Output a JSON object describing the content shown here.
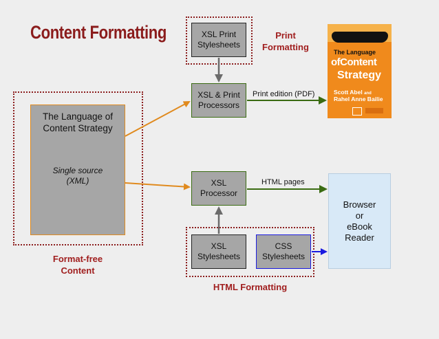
{
  "title": "Content Formatting",
  "source": {
    "title_line1": "The Language of",
    "title_line2": "Content Strategy",
    "italic_line1": "Single source",
    "italic_line2": "(XML)",
    "group_label_line1": "Format-free",
    "group_label_line2": "Content"
  },
  "print": {
    "stylesheets_line1": "XSL Print",
    "stylesheets_line2": "Stylesheets",
    "group_label_line1": "Print",
    "group_label_line2": "Formatting",
    "processor_line1": "XSL & Print",
    "processor_line2": "Processors",
    "edge_label": "Print edition (PDF)"
  },
  "book_cover": {
    "line1": "The Language",
    "line2_of": "of",
    "line2": "Content",
    "line3": "Strategy",
    "author1": "Scott Abel",
    "author1_suffix": "and",
    "author2": "Rahel Anne Bailie"
  },
  "html": {
    "processor_line1": "XSL",
    "processor_line2": "Processor",
    "edge_label": "HTML pages",
    "xsl_stylesheets_line1": "XSL",
    "xsl_stylesheets_line2": "Stylesheets",
    "css_stylesheets_line1": "CSS",
    "css_stylesheets_line2": "Stylesheets",
    "group_label": "HTML Formatting"
  },
  "reader": {
    "line1": "Browser",
    "line2": "or",
    "line3": "eBook",
    "line4": "Reader"
  },
  "colors": {
    "title": "#8b1c1c",
    "orange_arrow": "#e08a1e",
    "green_arrow": "#3a6b12",
    "gray_arrow": "#6b6b6b",
    "blue_arrow": "#1a1ae0",
    "box_gray": "#a6a6a6",
    "reader_blue": "#d8e9f7",
    "book_orange": "#f08a1c"
  }
}
